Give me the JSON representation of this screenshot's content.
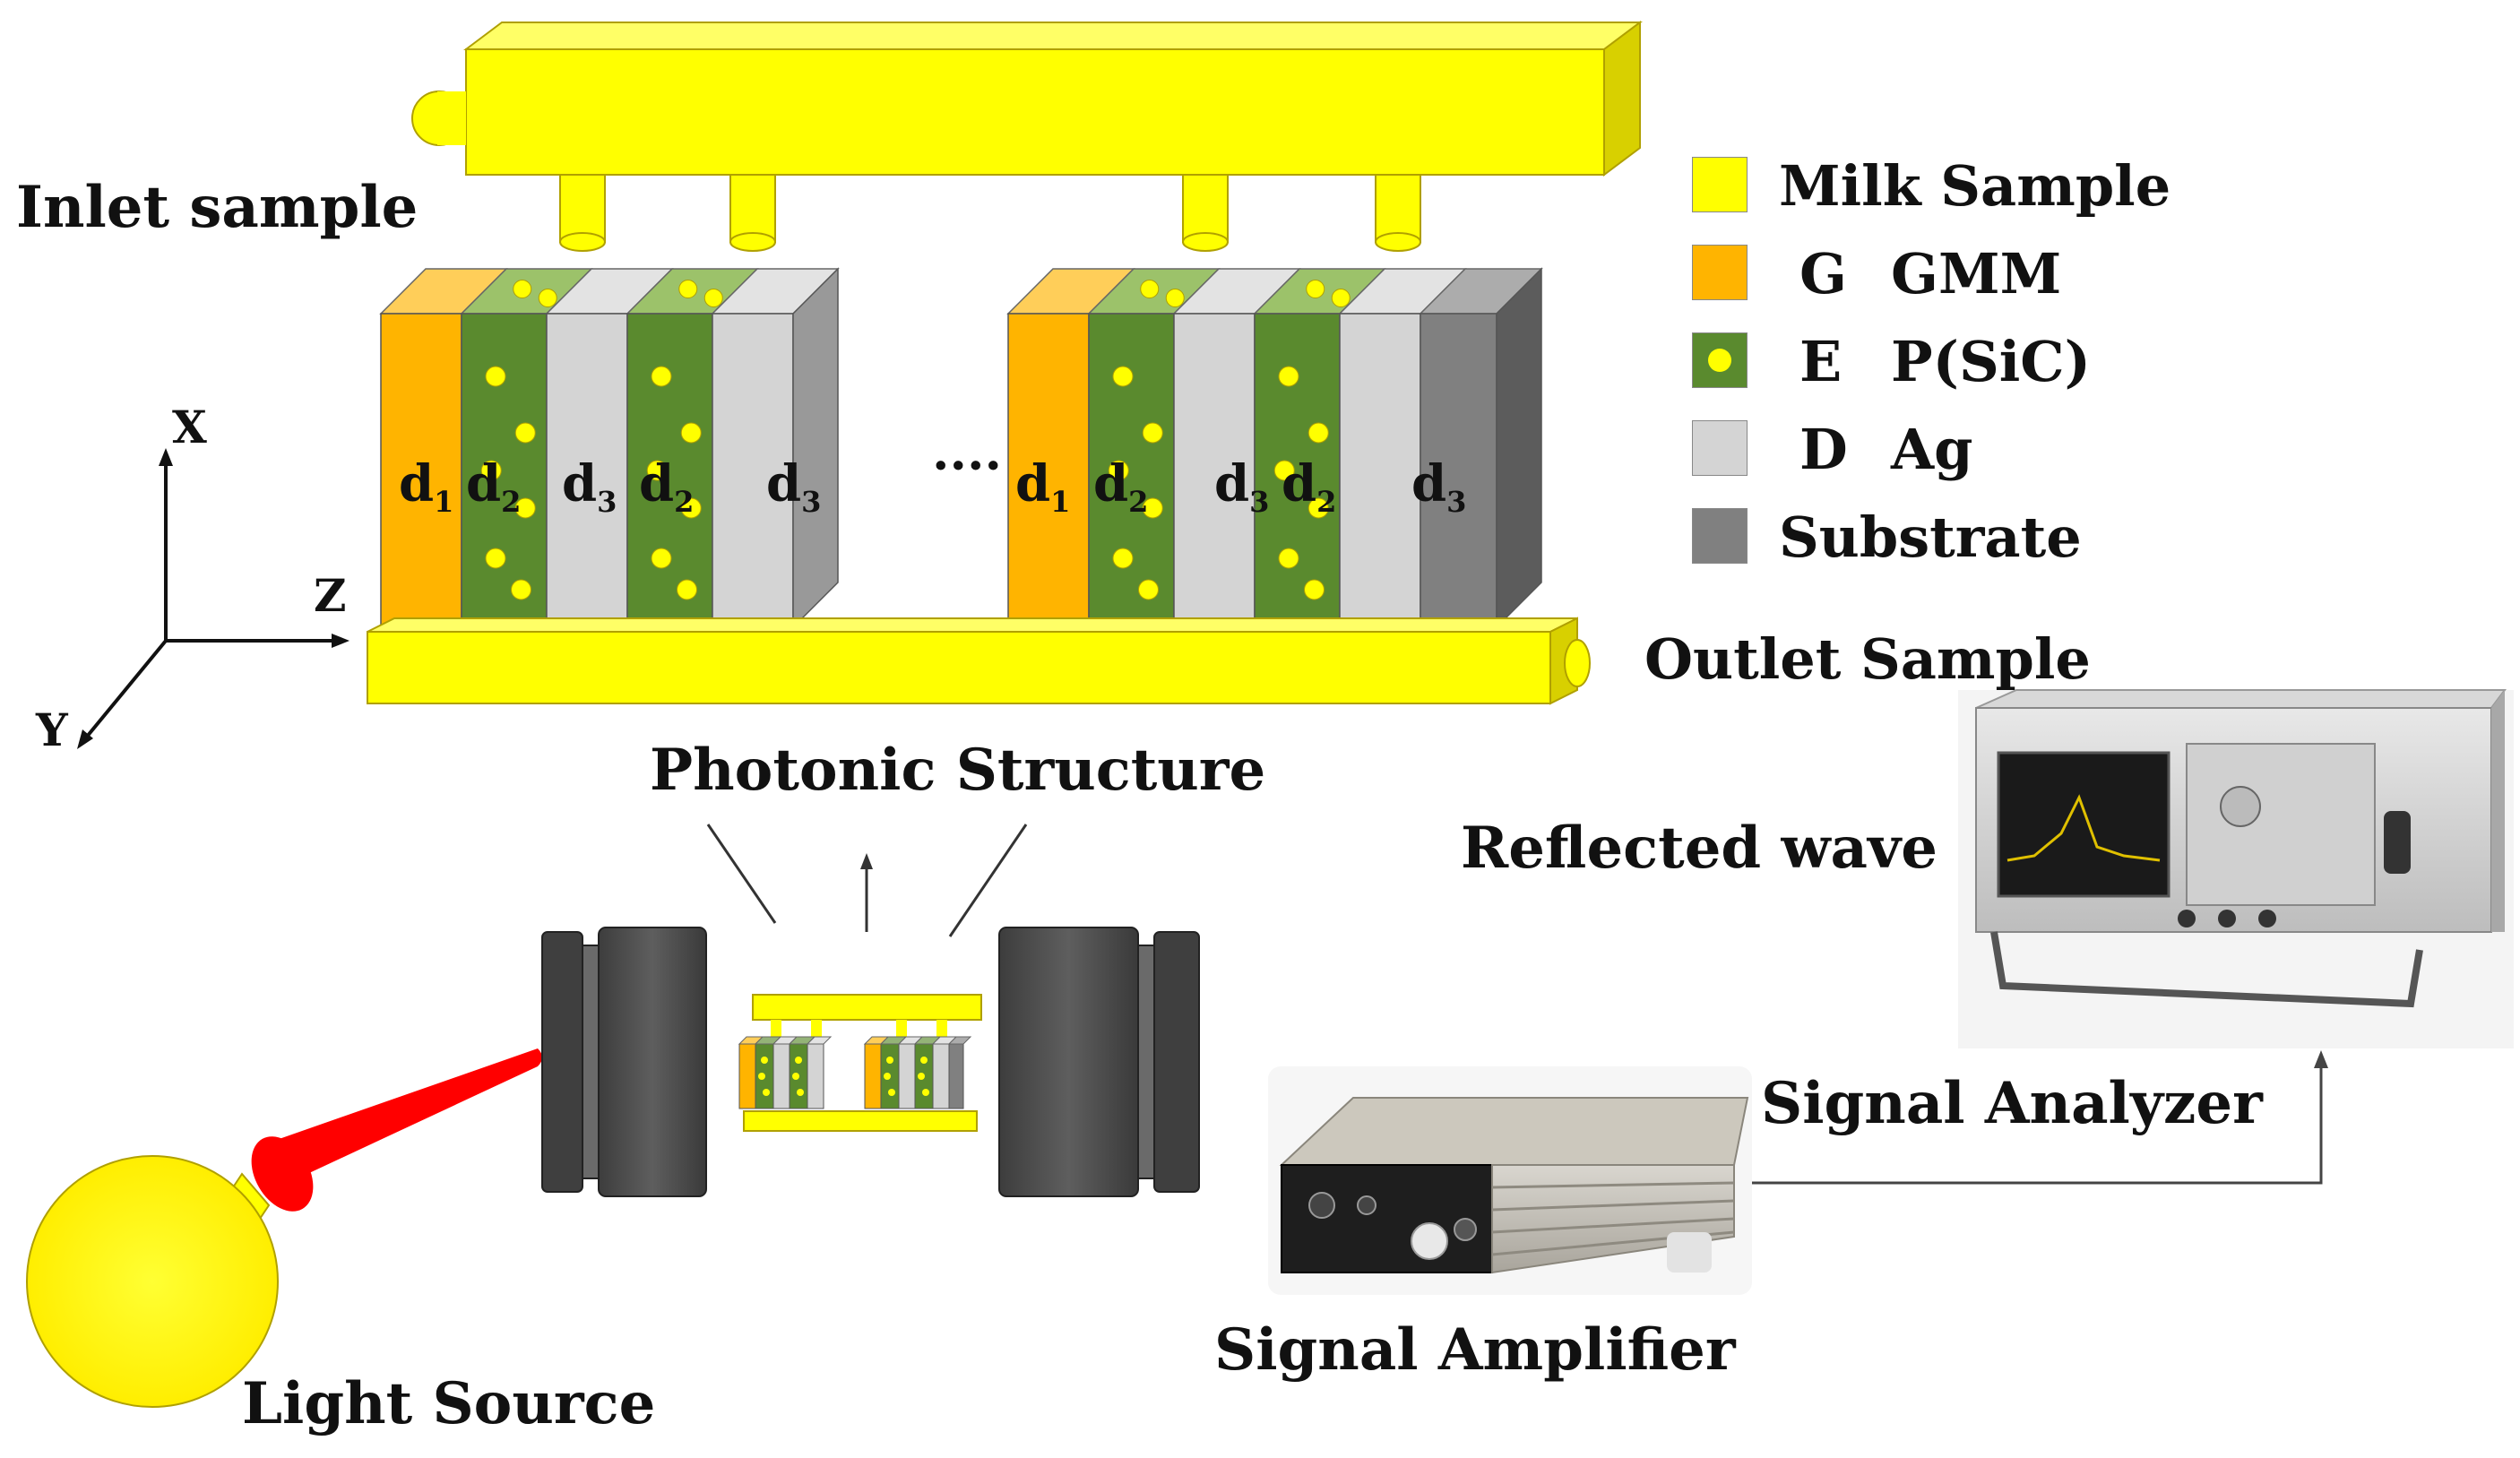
{
  "labels": {
    "inlet": "Inlet sample",
    "outlet": "Outlet Sample",
    "photonic_structure": "Photonic Structure",
    "reflected_wave": "Reflected wave",
    "signal_analyzer": "Signal  Analyzer",
    "signal_amplifier": "Signal Amplifier",
    "light_source": "Light Source",
    "ellipsis": "····"
  },
  "axes": {
    "x": "X",
    "y": "Y",
    "z": "Z"
  },
  "layer_labels": {
    "d1": "d",
    "d2": "d",
    "d3": "d",
    "sub1": "1",
    "sub2": "2",
    "sub3": "3"
  },
  "legend": [
    {
      "id": "milk",
      "letter": "",
      "text": "Milk Sample",
      "color": "#ffff00"
    },
    {
      "id": "gmm",
      "letter": "G",
      "text": "GMM",
      "color": "#ffb400"
    },
    {
      "id": "epsic",
      "letter": "E",
      "text": "P(SiC)",
      "color": "#5a8a2e"
    },
    {
      "id": "ag",
      "letter": "D",
      "text": "Ag",
      "color": "#d4d4d4"
    },
    {
      "id": "substrate",
      "letter": "",
      "text": "Substrate",
      "color": "#808080"
    }
  ],
  "colors": {
    "milk": "#ffff00",
    "gmm": "#ffb400",
    "psic": "#5a8a2e",
    "psic_top": "#9cc26a",
    "ag": "#d4d4d4",
    "substrate": "#808080",
    "beam": "#ff0000",
    "cylinder": "#555555"
  }
}
